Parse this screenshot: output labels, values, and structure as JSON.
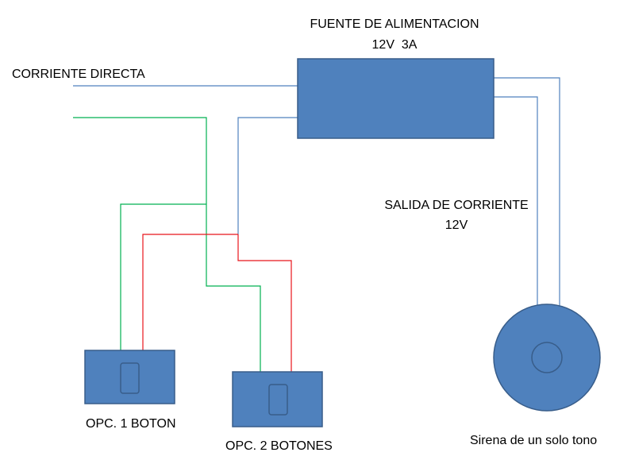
{
  "labels": {
    "power_supply_title": "FUENTE DE ALIMENTACION",
    "power_supply_rating": "12V  3A",
    "direct_current": "CORRIENTE DIRECTA",
    "current_output_title": "SALIDA DE CORRIENTE",
    "current_output_voltage": "12V",
    "option1": "OPC. 1 BOTON",
    "option2": "OPC. 2 BOTONES",
    "siren": "Sirena de un solo tono"
  },
  "colors": {
    "box_fill": "#4f81bd",
    "box_stroke": "#385d8a",
    "wire_blue": "#4f81bd",
    "wire_green": "#00b050",
    "wire_red": "#e8151b"
  }
}
